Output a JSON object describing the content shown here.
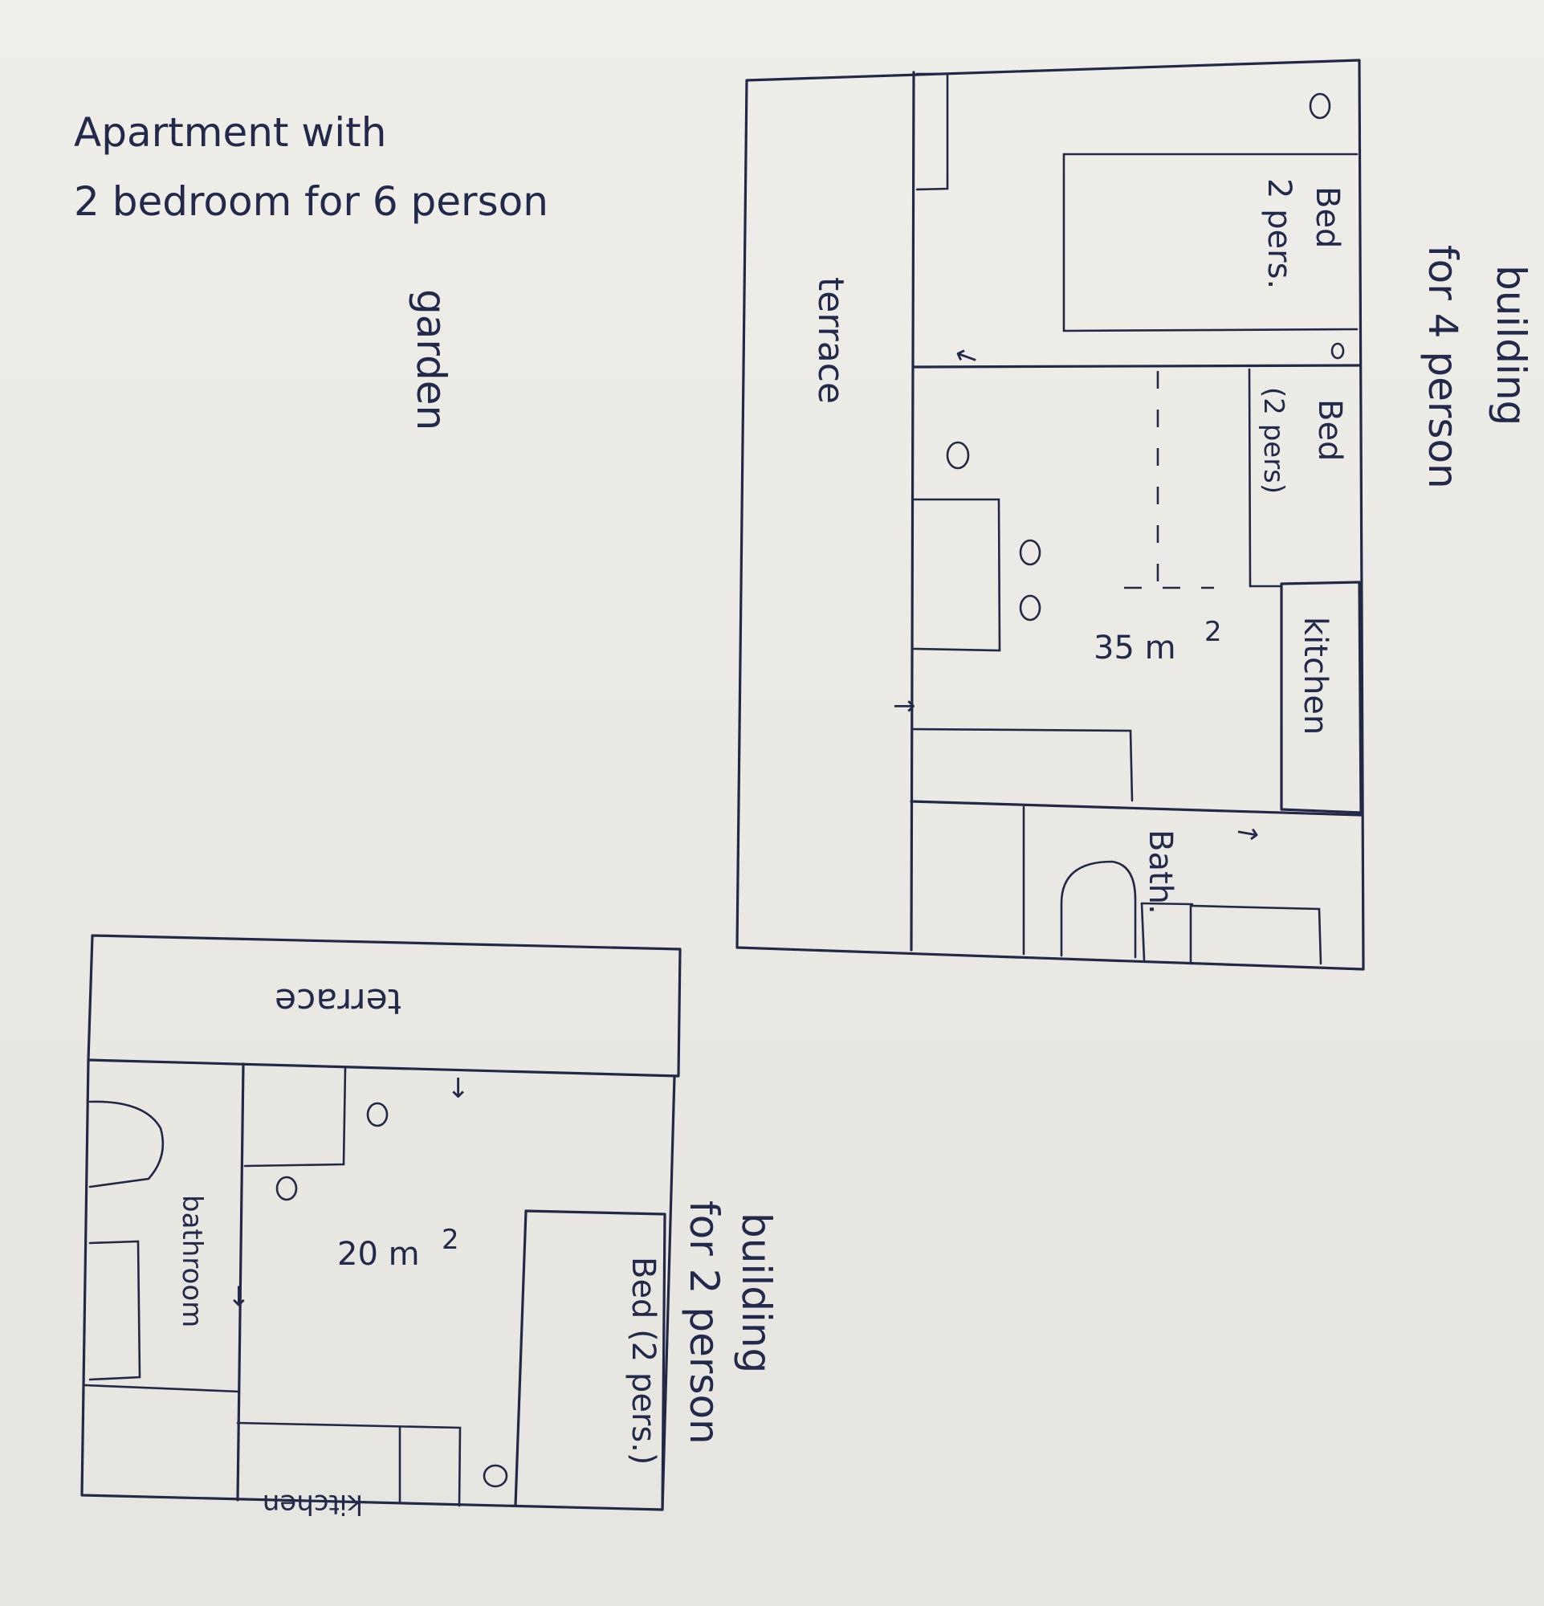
{
  "title": {
    "line1": "Apartment with",
    "line2": "2 bedroom for 6 person"
  },
  "labels": {
    "garden": "garden",
    "terrace_big": "terrace",
    "terrace_small": "terrace",
    "building4_line1": "building",
    "building4_line2": "for 4 person",
    "building2_line1": "building",
    "building2_line2": "for 2 person",
    "bed_a_line1": "Bed",
    "bed_a_line2": "2 pers.",
    "bed_b_line1": "Bed",
    "bed_b_line2": "(2 pers)",
    "bed_c": "Bed (2 pers.)",
    "kitchen_big": "kitchen",
    "kitchen_small": "kitchen",
    "bath": "Bath.",
    "bathroom": "bathroom",
    "area_big": "35 m",
    "area_big_sup": "2",
    "area_small": "20 m",
    "area_small_sup": "2"
  },
  "icons": [
    "arrow-left-icon",
    "arrow-right-icon",
    "arrow-down-icon",
    "toilet-icon",
    "circle-seat-icon"
  ]
}
